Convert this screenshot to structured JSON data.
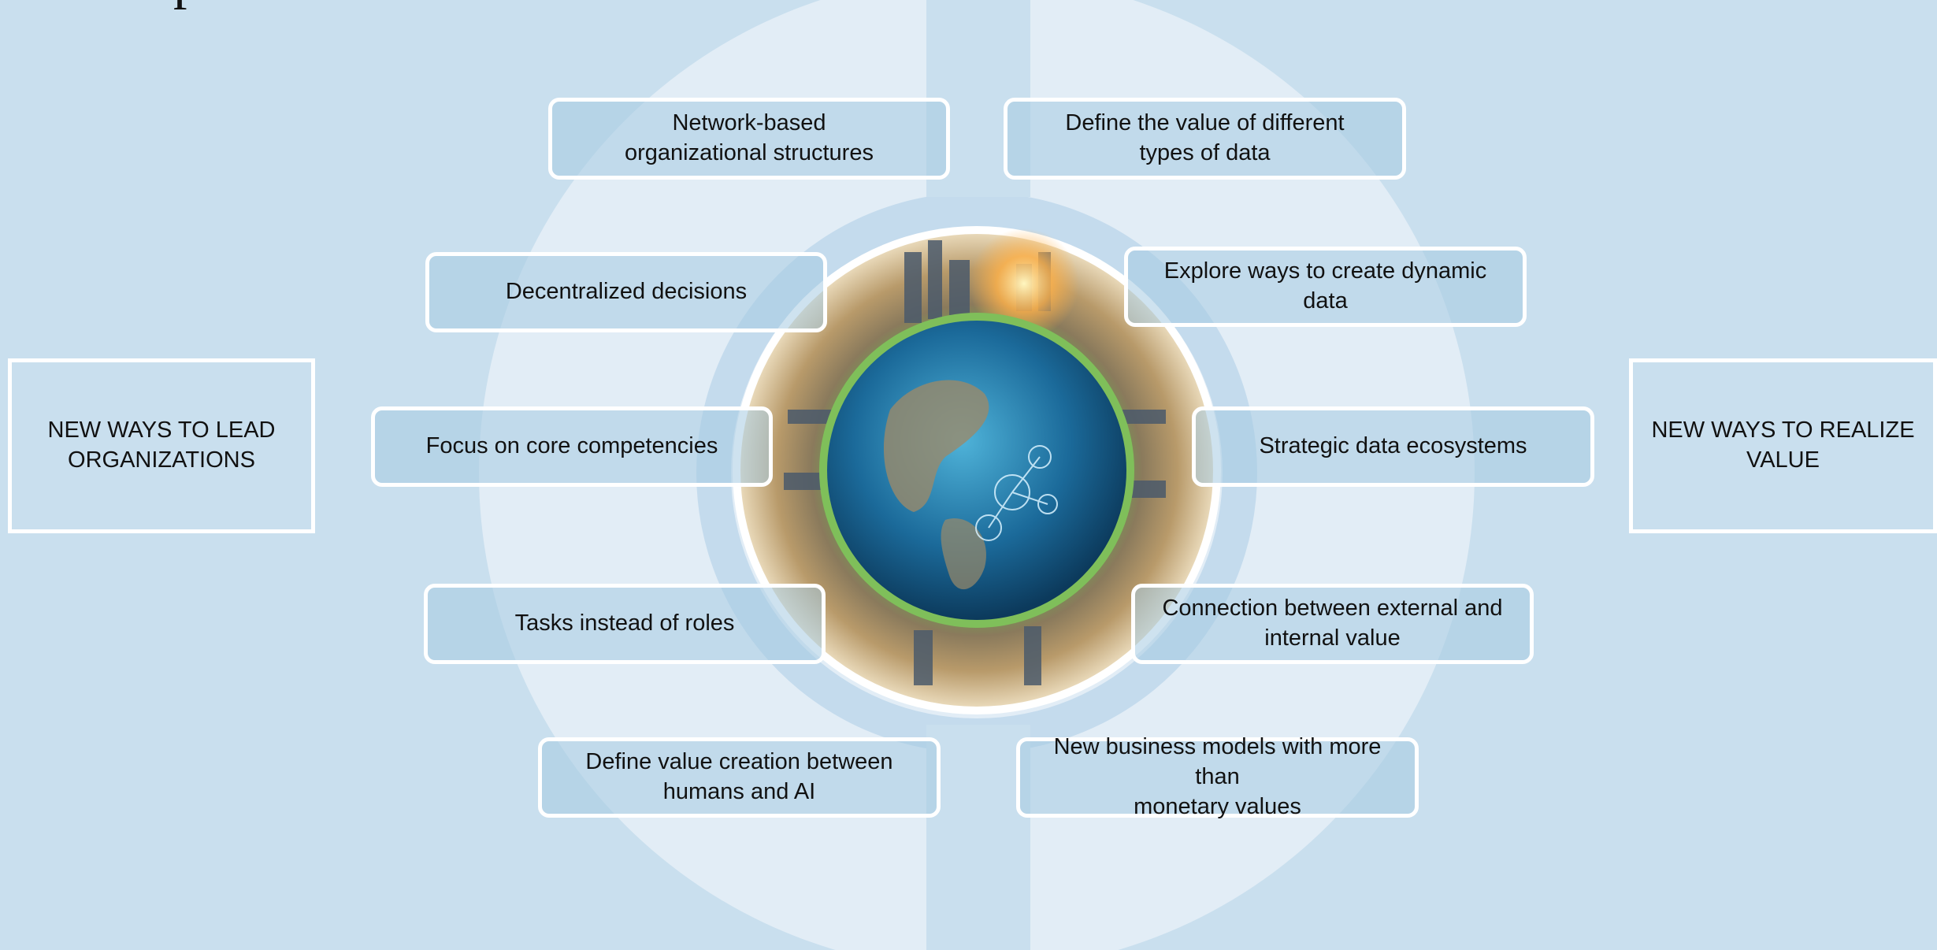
{
  "title_fragment": "p",
  "colors": {
    "background": "#c9dfee",
    "outer_ring": "#e2edf6",
    "inner_ring": "#c4dbed",
    "box_border": "#ffffff",
    "box_fill": "#b4d4e8"
  },
  "center_image": {
    "icon": "globe-city-collage-icon"
  },
  "left_panel": {
    "label": "NEW WAYS TO LEAD\nORGANIZATIONS"
  },
  "right_panel": {
    "label": "NEW WAYS TO REALIZE\nVALUE"
  },
  "left_items": [
    {
      "label": "Network-based\norganizational structures"
    },
    {
      "label": "Decentralized decisions"
    },
    {
      "label": "Focus on core competencies"
    },
    {
      "label": "Tasks instead of roles"
    },
    {
      "label": "Define value creation between\nhumans and AI"
    }
  ],
  "right_items": [
    {
      "label": "Define the value of different\ntypes of data"
    },
    {
      "label": "Explore ways to create dynamic\ndata"
    },
    {
      "label": "Strategic data ecosystems"
    },
    {
      "label": "Connection between external and\ninternal value"
    },
    {
      "label": "New business models with more than\nmonetary values"
    }
  ]
}
